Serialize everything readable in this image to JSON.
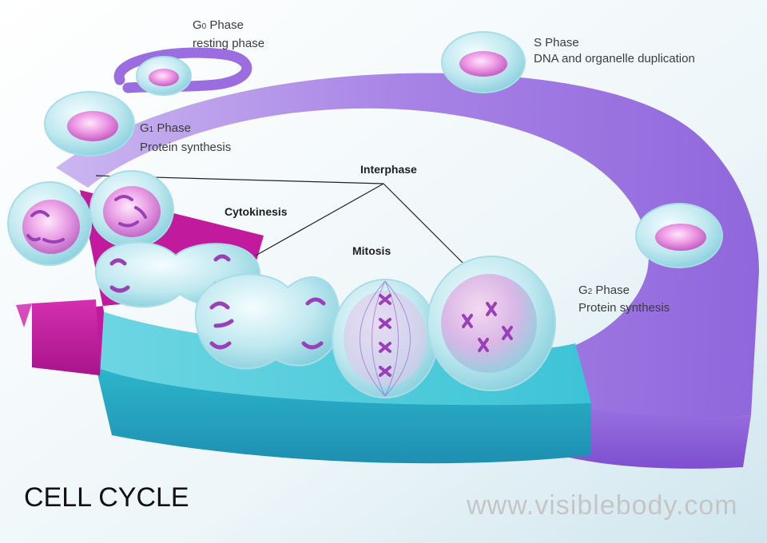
{
  "labels": {
    "g0_phase_name": "G",
    "g0_phase_sub": "0",
    "g0_phase_word": " Phase",
    "g0_desc": "resting phase",
    "s_phase_name": "S Phase",
    "s_desc": "DNA and organelle duplication",
    "g1_phase_name": "G",
    "g1_phase_sub": "1",
    "g1_phase_word": " Phase",
    "g1_desc": "Protein synthesis",
    "g2_phase_name": "G",
    "g2_phase_sub": "2",
    "g2_phase_word": " Phase",
    "g2_desc": "Protein synthesis",
    "interphase": "Interphase",
    "cytokinesis": "Cytokinesis",
    "mitosis": "Mitosis"
  },
  "title": "CELL CYCLE",
  "brand": "www.visiblebody.com",
  "colors": {
    "interphase_band": "#9b6fe0",
    "mitosis_band": "#27b8cf",
    "cytokinesis_band": "#c21a9c",
    "cell_membrane": "#bfe8ef",
    "nucleus": "#e884e0",
    "chromosome": "#9a3fb8"
  }
}
